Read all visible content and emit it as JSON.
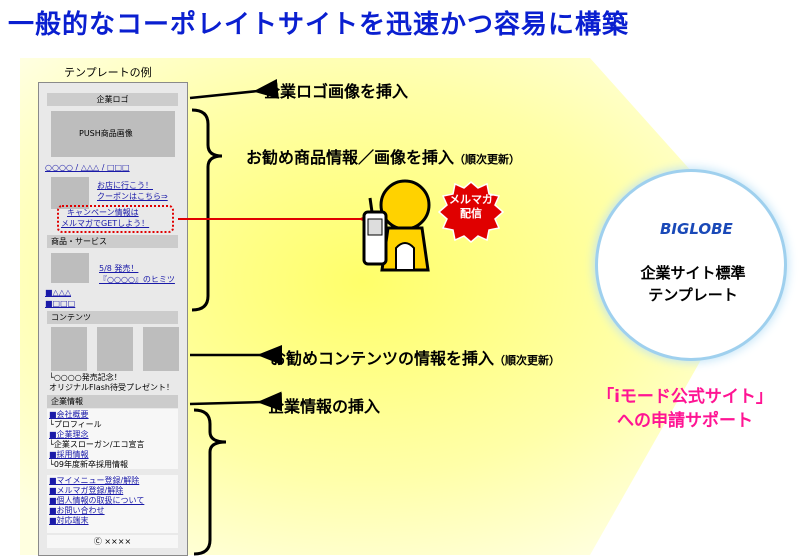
{
  "title": "一般的なコーポレイトサイトを迅速かつ容易に構築",
  "template_caption": "テンプレートの例",
  "phone": {
    "logo_bar": "企業ロゴ",
    "push_image": "PUSH商品画像",
    "nav_links": "○○○○ / △△△ / □□□",
    "shop_link1": "お店に行こう！",
    "shop_link2": "クーポンはこちら⇒",
    "campaign1": "キャンペーン情報は",
    "campaign2": "メルマガでGETしよう！",
    "products_bar": "商品・サービス",
    "sale_line1": "5/8 発売！",
    "sale_line2": "『○○○○』のヒミツ",
    "list_a": "■△△△",
    "list_b": "■□□□",
    "contents_bar": "コンテンツ",
    "release_line1": "└○○○○発売記念！",
    "release_line2": "オリジナルFlash待受プレゼント！",
    "company_bar": "企業情報",
    "company_items": [
      {
        "label": "■会社概要",
        "link": true
      },
      {
        "label": " └プロフィール",
        "link": false
      },
      {
        "label": "■企業理念",
        "link": true
      },
      {
        "label": " └企業スローガン/エコ宣言",
        "link": false
      },
      {
        "label": "■採用情報",
        "link": true
      },
      {
        "label": " └09年度新卒採用情報",
        "link": false
      }
    ],
    "footer_items": [
      "■マイメニュー登録/解除",
      "■メルマガ登録/解除",
      "■個人情報の取扱について",
      "■お問い合わせ",
      "■対応端末"
    ],
    "copyright": "Ⓒ ××××"
  },
  "callouts": {
    "logo": "企業ロゴ画像を挿入",
    "products": "お勧め商品情報／画像を挿入",
    "products_note": "（順次更新）",
    "contents": "お勧めコンテンツの情報を挿入",
    "contents_note": "（順次更新）",
    "company": "企業情報の挿入"
  },
  "badge": {
    "line1": "メルマガ",
    "line2": "配信"
  },
  "biglobe": {
    "logo_text": "BIGLOBE",
    "line1": "企業サイト標準",
    "line2": "テンプレート"
  },
  "support": {
    "line1": "「iモード公式サイト」",
    "line2": "への申請サポート"
  },
  "colors": {
    "title": "#0a1fd0",
    "highlight": "#ffff80",
    "accent_red": "#e00000",
    "support_pink": "#ff1493",
    "person_yellow": "#ffd200"
  }
}
